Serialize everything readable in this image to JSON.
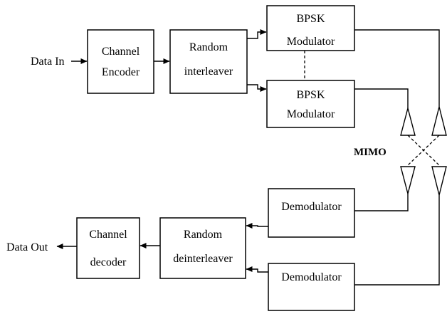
{
  "data_in_label": "Data In",
  "data_out_label": "Data Out",
  "channel_encoder": {
    "line1": "Channel",
    "line2": "Encoder"
  },
  "random_interleaver": {
    "line1": "Random",
    "line2": "interleaver"
  },
  "bpsk_modulator_top": {
    "line1": "BPSK",
    "line2": "Modulator"
  },
  "bpsk_modulator_bottom": {
    "line1": "BPSK",
    "line2": "Modulator"
  },
  "mimo_label": "MIMO",
  "demodulator_top": "Demodulator",
  "demodulator_bottom": "Demodulator",
  "random_deinterleaver": {
    "line1": "Random",
    "line2": "deinterleaver"
  },
  "channel_decoder": {
    "line1": "Channel",
    "line2": "decoder"
  },
  "colors": {
    "stroke": "#000000",
    "background": "#ffffff"
  }
}
